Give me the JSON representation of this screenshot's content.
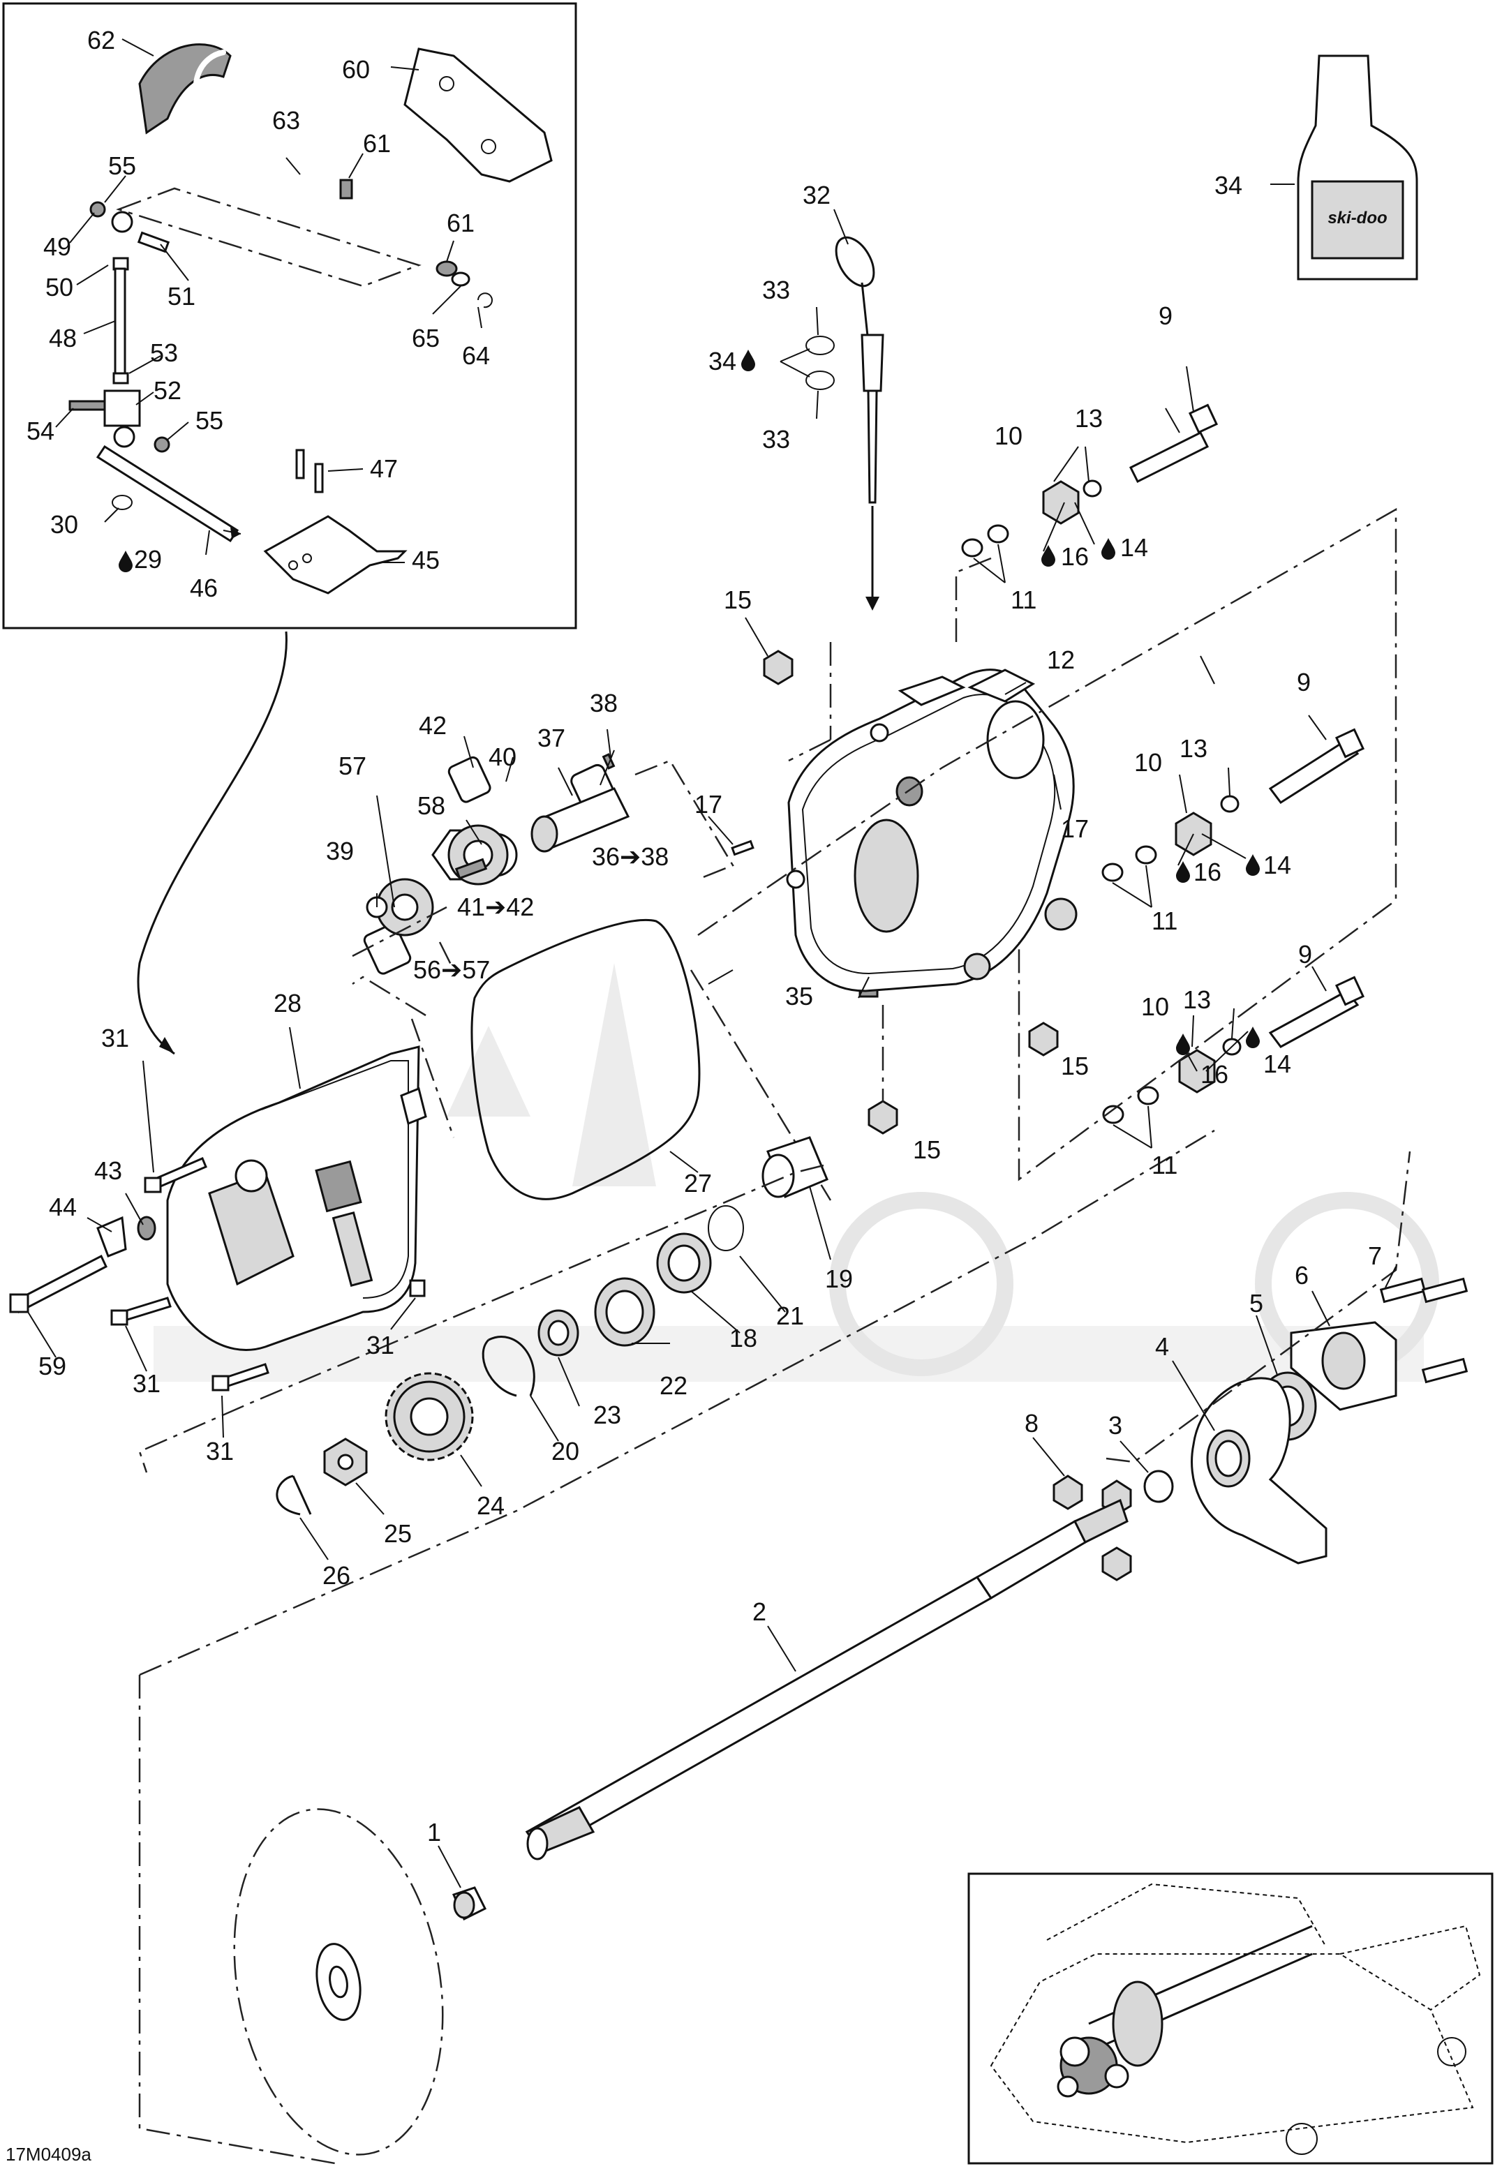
{
  "diagram": {
    "figure_code": "17M0409a",
    "watermark": "",
    "labels": [
      {
        "id": "l62",
        "text": "62"
      },
      {
        "id": "l60",
        "text": "60"
      },
      {
        "id": "l63",
        "text": "63"
      },
      {
        "id": "l55a",
        "text": "55"
      },
      {
        "id": "l61a",
        "text": "61"
      },
      {
        "id": "l49",
        "text": "49"
      },
      {
        "id": "l50",
        "text": "50"
      },
      {
        "id": "l51",
        "text": "51"
      },
      {
        "id": "l61b",
        "text": "61"
      },
      {
        "id": "l48",
        "text": "48"
      },
      {
        "id": "l65",
        "text": "65"
      },
      {
        "id": "l64",
        "text": "64"
      },
      {
        "id": "l53",
        "text": "53"
      },
      {
        "id": "l52",
        "text": "52"
      },
      {
        "id": "l54",
        "text": "54"
      },
      {
        "id": "l55b",
        "text": "55"
      },
      {
        "id": "l47",
        "text": "47"
      },
      {
        "id": "l30",
        "text": "30"
      },
      {
        "id": "l29",
        "text": "29"
      },
      {
        "id": "l46",
        "text": "46"
      },
      {
        "id": "l45",
        "text": "45"
      },
      {
        "id": "l32",
        "text": "32"
      },
      {
        "id": "l34a",
        "text": "34"
      },
      {
        "id": "l33a",
        "text": "33"
      },
      {
        "id": "l34b",
        "text": "34"
      },
      {
        "id": "l33b",
        "text": "33"
      },
      {
        "id": "l9a",
        "text": "9"
      },
      {
        "id": "l10a",
        "text": "10"
      },
      {
        "id": "l13a",
        "text": "13"
      },
      {
        "id": "l16a",
        "text": "16"
      },
      {
        "id": "l14a",
        "text": "14"
      },
      {
        "id": "l11a",
        "text": "11"
      },
      {
        "id": "l15a",
        "text": "15"
      },
      {
        "id": "l12",
        "text": "12"
      },
      {
        "id": "l9b",
        "text": "9"
      },
      {
        "id": "l10b",
        "text": "10"
      },
      {
        "id": "l13b",
        "text": "13"
      },
      {
        "id": "l17a",
        "text": "17"
      },
      {
        "id": "l17b",
        "text": "17"
      },
      {
        "id": "l16b",
        "text": "16"
      },
      {
        "id": "l14b",
        "text": "14"
      },
      {
        "id": "l11b",
        "text": "11"
      },
      {
        "id": "l42",
        "text": "42"
      },
      {
        "id": "l38",
        "text": "38"
      },
      {
        "id": "l37",
        "text": "37"
      },
      {
        "id": "l40",
        "text": "40"
      },
      {
        "id": "l57",
        "text": "57"
      },
      {
        "id": "l58",
        "text": "58"
      },
      {
        "id": "l36_38",
        "text": "36➔38"
      },
      {
        "id": "l39",
        "text": "39"
      },
      {
        "id": "l41_42",
        "text": "41➔42"
      },
      {
        "id": "l56_57",
        "text": "56➔57"
      },
      {
        "id": "l9c",
        "text": "9"
      },
      {
        "id": "l35",
        "text": "35"
      },
      {
        "id": "l10c",
        "text": "10"
      },
      {
        "id": "l13c",
        "text": "13"
      },
      {
        "id": "l15b",
        "text": "15"
      },
      {
        "id": "l16c",
        "text": "16"
      },
      {
        "id": "l14c",
        "text": "14"
      },
      {
        "id": "l15c",
        "text": "15"
      },
      {
        "id": "l11c",
        "text": "11"
      },
      {
        "id": "l28",
        "text": "28"
      },
      {
        "id": "l31a",
        "text": "31"
      },
      {
        "id": "l43",
        "text": "43"
      },
      {
        "id": "l44",
        "text": "44"
      },
      {
        "id": "l27",
        "text": "27"
      },
      {
        "id": "l19",
        "text": "19"
      },
      {
        "id": "l21",
        "text": "21"
      },
      {
        "id": "l18",
        "text": "18"
      },
      {
        "id": "l22",
        "text": "22"
      },
      {
        "id": "l59",
        "text": "59"
      },
      {
        "id": "l31b",
        "text": "31"
      },
      {
        "id": "l31c",
        "text": "31"
      },
      {
        "id": "l23",
        "text": "23"
      },
      {
        "id": "l20",
        "text": "20"
      },
      {
        "id": "l31d",
        "text": "31"
      },
      {
        "id": "l7",
        "text": "7"
      },
      {
        "id": "l6",
        "text": "6"
      },
      {
        "id": "l5",
        "text": "5"
      },
      {
        "id": "l4",
        "text": "4"
      },
      {
        "id": "l8",
        "text": "8"
      },
      {
        "id": "l3",
        "text": "3"
      },
      {
        "id": "l24",
        "text": "24"
      },
      {
        "id": "l25",
        "text": "25"
      },
      {
        "id": "l26",
        "text": "26"
      },
      {
        "id": "l2",
        "text": "2"
      },
      {
        "id": "l1",
        "text": "1"
      }
    ],
    "bottle_brand": "ski-doo",
    "colors": {
      "line": "#111111",
      "fill_light": "#d8d8d8",
      "fill_dark": "#9a9a9a",
      "watermark": "#ececec"
    },
    "icons": [
      "oil-drop-icon",
      "arrow-icon"
    ]
  }
}
